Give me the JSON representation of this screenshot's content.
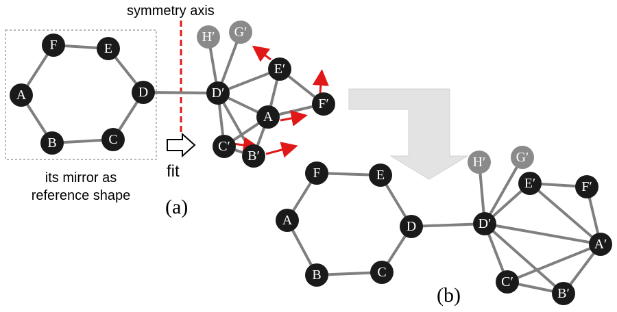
{
  "annotations": {
    "symmetry_axis": "symmetry axis",
    "fit": "fit",
    "reference_line1": "its mirror as",
    "reference_line2": "reference shape",
    "caption_a": "(a)",
    "caption_b": "(b)"
  },
  "colors": {
    "node_dark": "#1a1a1a",
    "node_gray": "#8a8a8a",
    "edge": "#7f7f7f",
    "arrow_red": "#e01818",
    "big_arrow": "#e3e3e3"
  },
  "graph_a": {
    "labels": {
      "A": "A",
      "B": "B",
      "C": "C",
      "D": "D",
      "E": "E",
      "F": "F",
      "Ap": "A",
      "Bp": "B′",
      "Cp": "C′",
      "Dp": "D′",
      "Ep": "E′",
      "Fp": "F′",
      "Gp": "G′",
      "Hp": "H′"
    }
  },
  "graph_b": {
    "labels": {
      "A": "A",
      "B": "B",
      "C": "C",
      "D": "D",
      "E": "E",
      "F": "F",
      "Ap": "A′",
      "Bp": "B′",
      "Cp": "C′",
      "Dp": "D′",
      "Ep": "E′",
      "Fp": "F′",
      "Gp": "G′",
      "Hp": "H′"
    }
  }
}
